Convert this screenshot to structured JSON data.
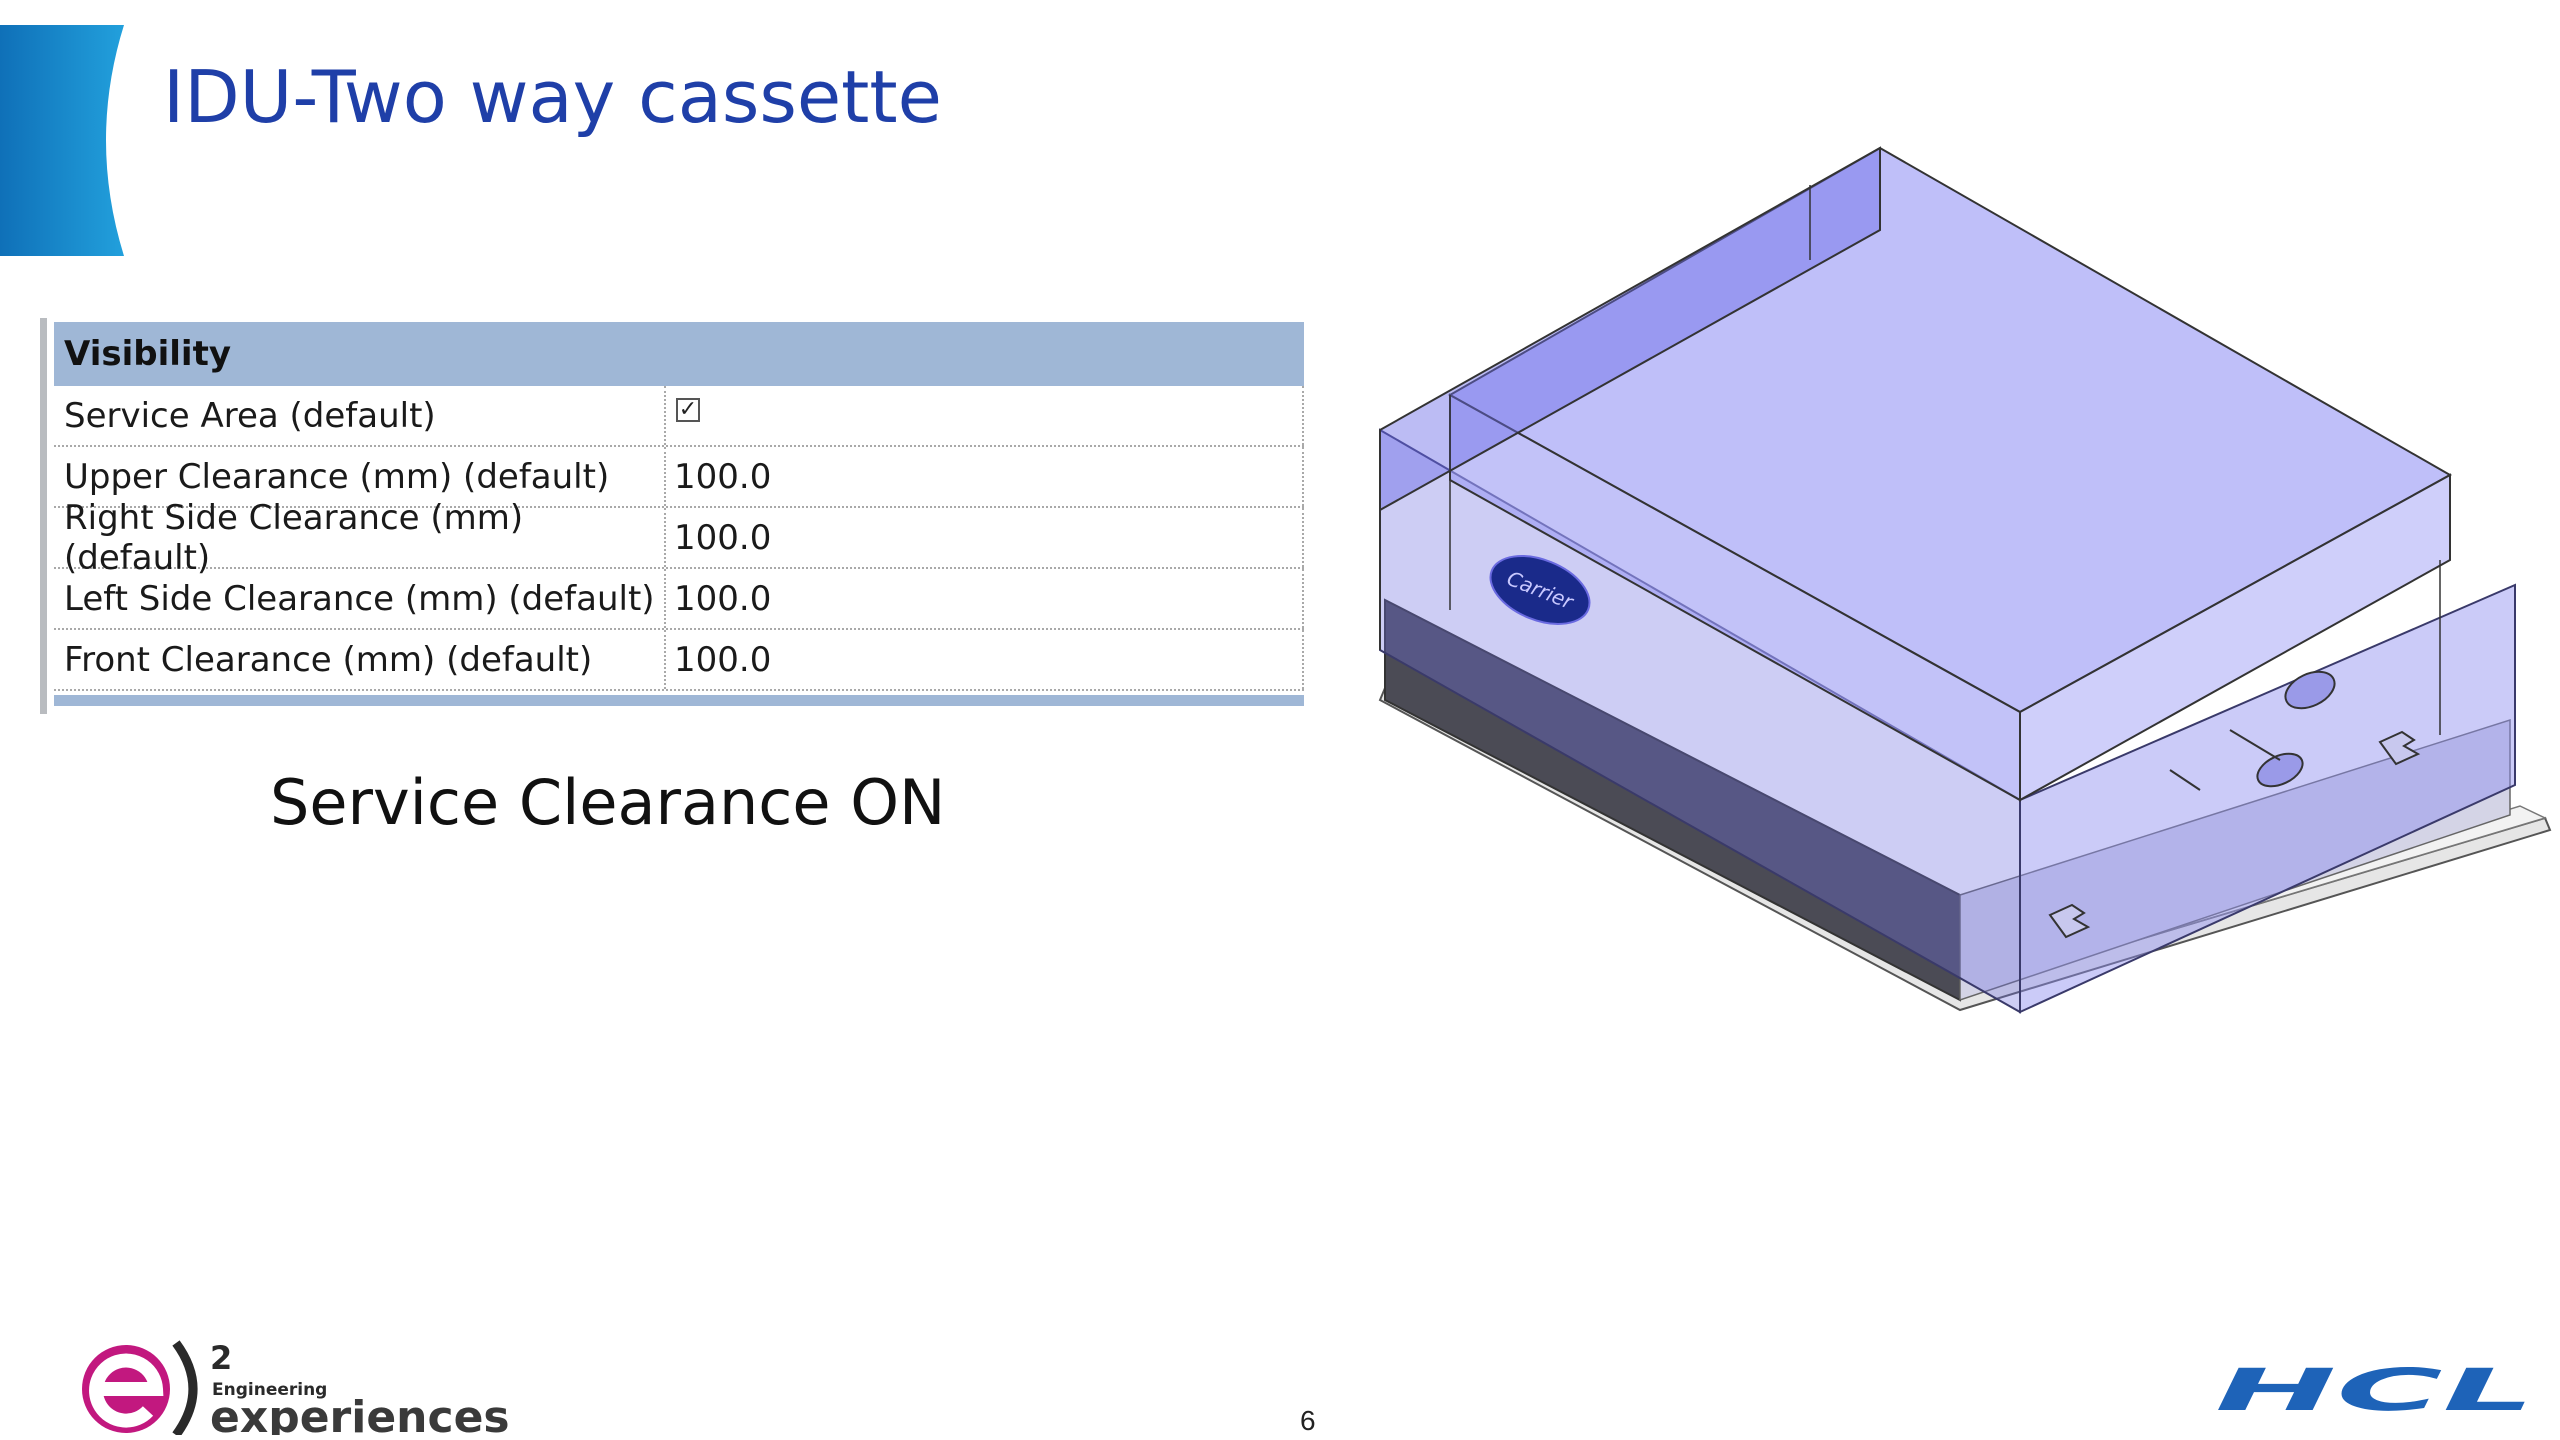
{
  "slide": {
    "title": "IDU-Two way cassette",
    "caption": "Service Clearance ON",
    "page_number": "6"
  },
  "properties": {
    "group_title": "Visibility",
    "rows": [
      {
        "label": "Service Area (default)",
        "type": "checkbox",
        "checked": true
      },
      {
        "label": "Upper Clearance (mm) (default)",
        "type": "value",
        "value": "100.0"
      },
      {
        "label": "Right Side Clearance (mm) (default)",
        "type": "value",
        "value": "100.0"
      },
      {
        "label": "Left Side Clearance (mm) (default)",
        "type": "value",
        "value": "100.0"
      },
      {
        "label": "Front Clearance (mm) (default)",
        "type": "value",
        "value": "100.0"
      }
    ]
  },
  "model": {
    "brand_badge": "Carrier"
  },
  "logos": {
    "e2e_superscript": "2",
    "e2e_small": "Engineering",
    "e2e_main": "experiences",
    "hcl": "HCL"
  },
  "colors": {
    "title": "#1f3fa8",
    "tab": "#1a8fd0",
    "table_header": "#9fb7d6",
    "clearance_box": "#8c8cf0",
    "logo_e": "#c2187f",
    "hcl": "#1e63b8"
  }
}
